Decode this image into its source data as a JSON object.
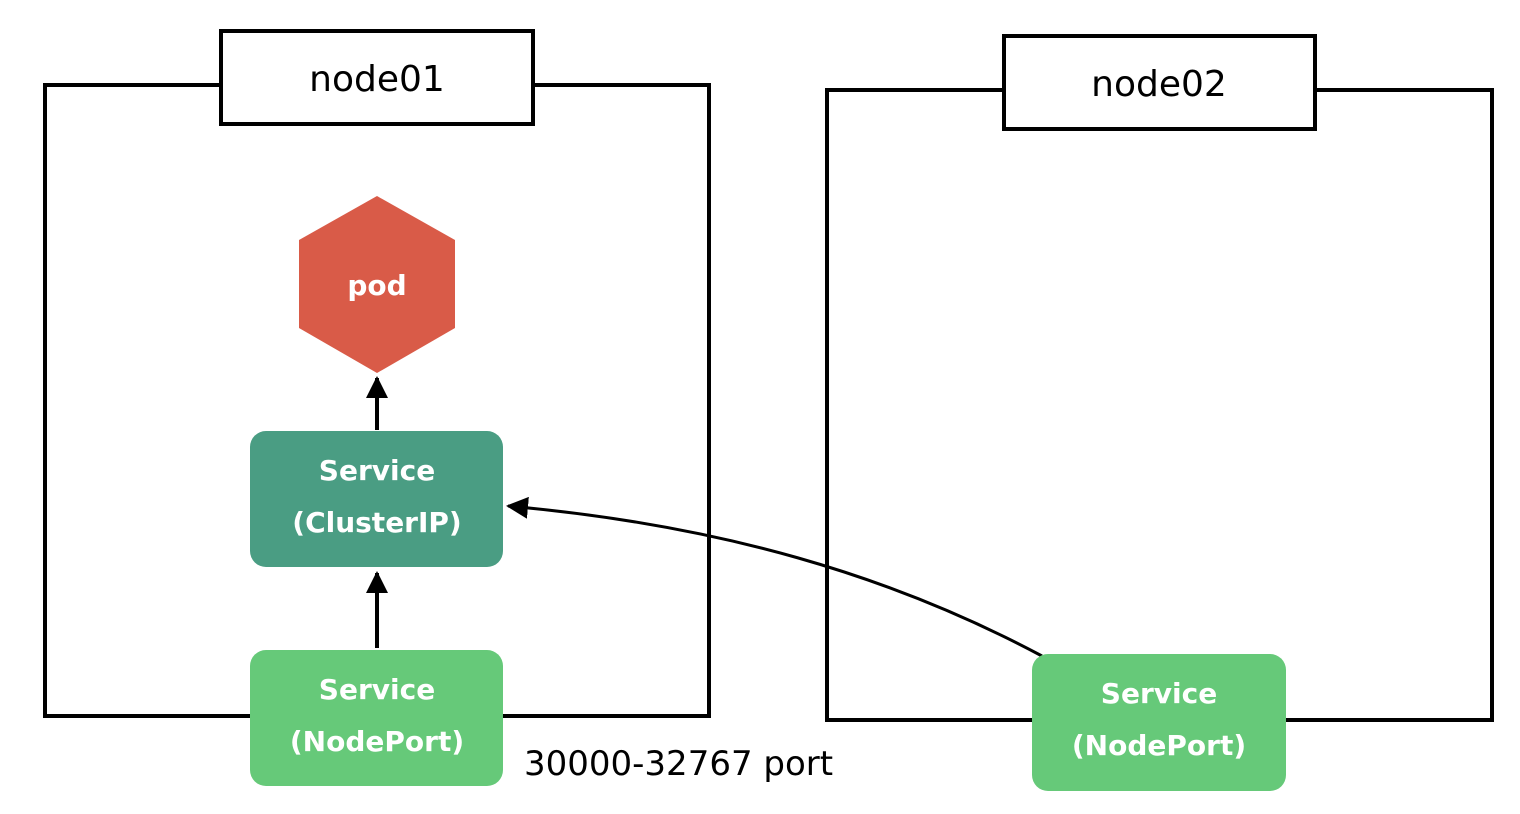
{
  "colors": {
    "pod": "#d95b48",
    "service_clusterip": "#4a9d83",
    "service_nodeport": "#66c979",
    "outline": "#000000"
  },
  "nodes": [
    {
      "label": "node01"
    },
    {
      "label": "node02"
    }
  ],
  "pod": {
    "label": "pod"
  },
  "services": {
    "clusterip": {
      "line1": "Service",
      "line2": "(ClusterIP)"
    },
    "nodeport_node01": {
      "line1": "Service",
      "line2": "(NodePort)"
    },
    "nodeport_node02": {
      "line1": "Service",
      "line2": "(NodePort)"
    }
  },
  "port_range_label": "30000-32767 port"
}
